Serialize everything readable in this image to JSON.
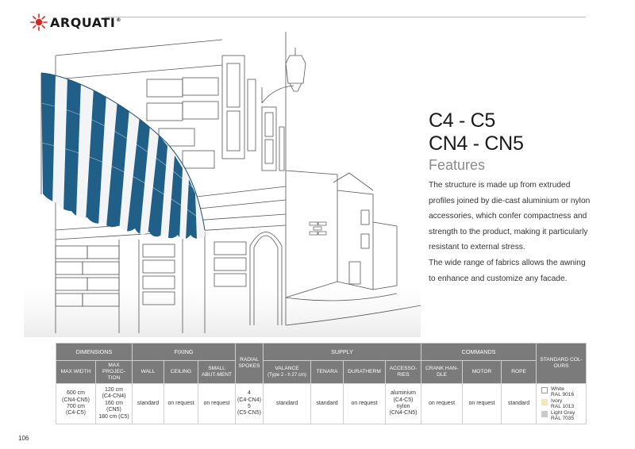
{
  "brand": {
    "name": "ARQUATI",
    "mark": "®"
  },
  "title": {
    "line1": "C4 - C5",
    "line2": "CN4 - CN5",
    "subtitle": "Features"
  },
  "description": [
    "The structure is made up from extruded profiles joined by die-cast aluminium or nylon accessories, which confer compactness and strength to the product, making it particularly resistant to external stress.",
    "The wide range of fabrics allows the awning to enhance and customize any facade."
  ],
  "table": {
    "groups": {
      "dimensions": "DIMENSIONS",
      "fixing": "FIXING",
      "radial_spokes": "RADIAL SPOKES",
      "supply": "SUPPLY",
      "commands": "COMMANDS",
      "standard_colours": "STANDARD COL-OURS"
    },
    "columns": {
      "max_width": "MAX WIDTH",
      "max_projection": "MAX PROJEC-TION",
      "wall": "WALL",
      "ceiling": "CEILING",
      "small_abutment": "SMALL ABUT-MENT",
      "valance": "VALANCE",
      "valance_note": "(Type 2 - h 27 cm)",
      "tenara": "TENARA",
      "duratherm": "DURATHERM",
      "accessories": "ACCESSO-RIES",
      "crank_handle": "CRANK HAN-DLE",
      "motor": "MOTOR",
      "rope": "ROPE"
    },
    "row": {
      "max_width": [
        "600 cm",
        "(CN4-CN5)",
        "700 cm",
        "(C4-C5)"
      ],
      "max_projection": [
        "120 cm",
        "(C4-CN4)",
        "160 cm (CN5)",
        "180 cm (C5)"
      ],
      "wall": "standard",
      "ceiling": "on request",
      "small_abutment": "on request",
      "radial_spokes": [
        "4",
        "(C4-CN4)",
        "5",
        "(C5-CN5)"
      ],
      "valance": "standard",
      "tenara": "standard",
      "duratherm": "on request",
      "accessories": [
        "aluminium",
        "(C4-C5)",
        "nylon",
        "(CN4-CN5)"
      ],
      "crank_handle": "on request",
      "motor": "on request",
      "rope": "standard"
    },
    "colours": [
      {
        "name": "White",
        "code": "RAL 9016",
        "hex": "#ffffff"
      },
      {
        "name": "Ivory",
        "code": "RAL 1013",
        "hex": "#f3e6b9"
      },
      {
        "name": "Light Grey",
        "code": "RAL 7035",
        "hex": "#c9c9c9"
      }
    ]
  },
  "page_number": "106",
  "colors": {
    "awning_blue": "#1f5f88",
    "awning_white": "#f2f4f6",
    "header_gray": "#7b7b7b",
    "logo_red": "#d7261e"
  }
}
